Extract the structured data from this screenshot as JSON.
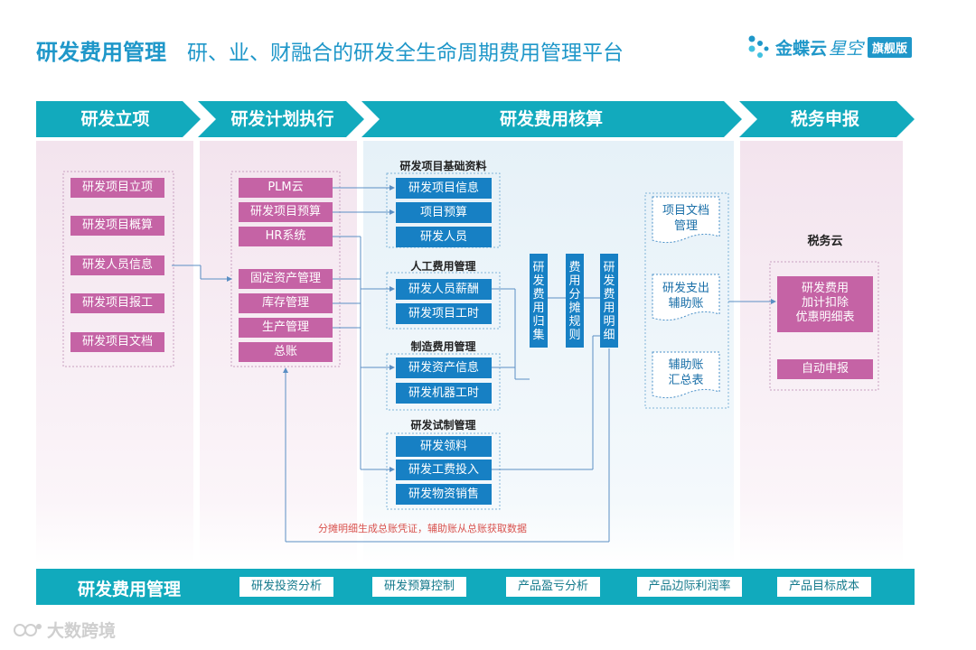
{
  "header": {
    "title": "研发费用管理",
    "subtitle": "研、业、财融合的研发全生命周期费用管理平台"
  },
  "brand": {
    "name": "金蝶云",
    "name2": "星空",
    "badge": "旗舰版"
  },
  "phases": [
    "研发立项",
    "研发计划执行",
    "研发费用核算",
    "税务申报"
  ],
  "project_setup": [
    "研发项目立项",
    "研发项目概算",
    "研发人员信息",
    "研发项目报工",
    "研发项目文档"
  ],
  "plan_exec": [
    "PLM云",
    "研发项目预算",
    "HR系统",
    "固定资产管理",
    "库存管理",
    "生产管理",
    "总账"
  ],
  "groups": [
    {
      "head": "研发项目基础资料",
      "items": [
        "研发项目信息",
        "项目预算",
        "研发人员"
      ]
    },
    {
      "head": "人工费用管理",
      "items": [
        "研发人员薪酬",
        "研发项目工时"
      ]
    },
    {
      "head": "制造费用管理",
      "items": [
        "研发资产信息",
        "研发机器工时"
      ]
    },
    {
      "head": "研发试制管理",
      "items": [
        "研发领料",
        "研发工费投入",
        "研发物资销售"
      ]
    }
  ],
  "vbars": [
    "研发费用归集",
    "费用分摊规则",
    "研发费用明细"
  ],
  "docs": [
    {
      "lines": [
        "项目文档",
        "管理"
      ]
    },
    {
      "lines": [
        "研发支出",
        "辅助账"
      ]
    },
    {
      "lines": [
        "辅助账",
        "汇总表"
      ]
    }
  ],
  "tax": {
    "head": "税务云",
    "box_lines": [
      "研发费用",
      "加计扣除",
      "优惠明细表"
    ],
    "auto": "自动申报"
  },
  "footer_note": "分摊明细生成总账凭证，辅助账从总账获取数据",
  "bottom": {
    "title": "研发费用管理",
    "items": [
      "研发投资分析",
      "研发预算控制",
      "产品盈亏分析",
      "产品边际利润率",
      "产品目标成本"
    ]
  },
  "watermark": "大数跨境",
  "colors": {
    "accent": "#1f97c9",
    "phase": "#12aabd",
    "pink": "#c563a5",
    "blue": "#1780c4",
    "bottom": "#11aabd"
  }
}
